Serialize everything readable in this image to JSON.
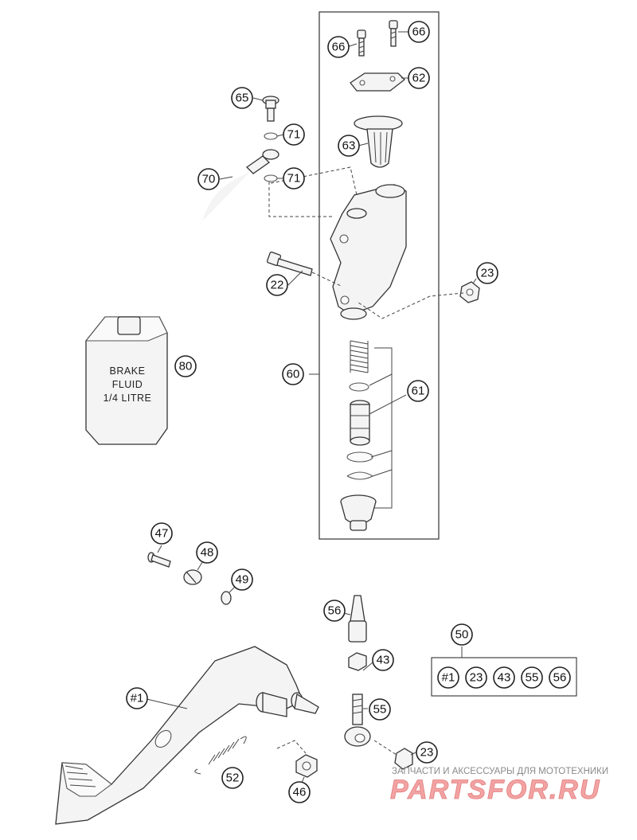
{
  "callouts": {
    "c66a": "66",
    "c66b": "66",
    "c62": "62",
    "c63": "63",
    "c65": "65",
    "c71a": "71",
    "c71b": "71",
    "c70": "70",
    "c22": "22",
    "c23a": "23",
    "c80": "80",
    "c60": "60",
    "c61": "61",
    "c47": "47",
    "c48": "48",
    "c49": "49",
    "c56": "56",
    "c43": "43",
    "c50": "50",
    "c1": "#1",
    "c55": "55",
    "c23b": "23",
    "c52": "52",
    "c46": "46"
  },
  "kit_box": [
    "#1",
    "23",
    "43",
    "55",
    "56"
  ],
  "bottle": {
    "line1": "BRAKE",
    "line2": "FLUID",
    "line3": "1/4 LITRE"
  },
  "watermark": {
    "subtitle": "ЗАПЧАСТИ И АКСЕССУАРЫ ДЛЯ МОТОТЕХНИКИ",
    "brand": "PARTSFOR.RU"
  }
}
